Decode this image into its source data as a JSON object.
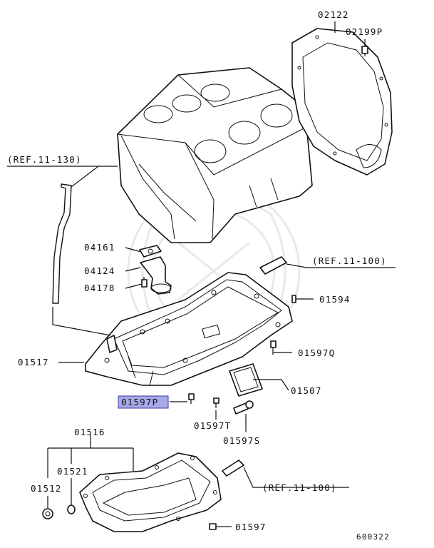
{
  "labels": {
    "p02122": "02122",
    "p02199P": "02199P",
    "ref_11_130": "(REF.11-130)",
    "p04161": "04161",
    "p04124": "04124",
    "p04178": "04178",
    "ref_11_100_top": "(REF.11-100)",
    "p01594": "01594",
    "p01597Q": "01597Q",
    "p01517": "01517",
    "p01507": "01507",
    "p01597P": "01597P",
    "p01597T": "01597T",
    "p01597S": "01597S",
    "p01516": "01516",
    "p01521": "01521",
    "p01512": "01512",
    "ref_11_100_bottom": "(REF.11-100)",
    "p01597": "01597",
    "diagram_code": "600322"
  },
  "colors": {
    "highlight": "#a9a9e9",
    "line": "#111111",
    "watermark": "#e9e9e9"
  }
}
